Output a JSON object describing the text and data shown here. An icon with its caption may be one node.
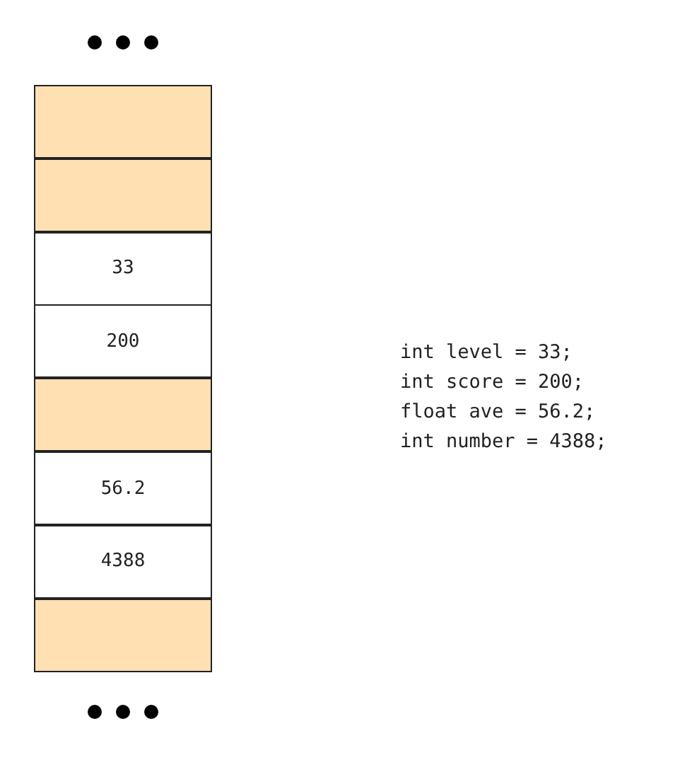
{
  "diagram": {
    "nodes": [
      {
        "text": [],
        "shape": "box"
      },
      {
        "text": [],
        "shape": "box"
      },
      {
        "text": [
          "33"
        ]
      },
      {
        "text": [
          "200"
        ]
      },
      {
        "text": [],
        "shape": "box"
      },
      {
        "text": [
          "56.2"
        ]
      },
      {
        "text": [
          "4388"
        ]
      },
      {
        "text": [],
        "shape": "box"
      }
    ],
    "labels": [
      "int level = 33;",
      "int score = 200;",
      "float ave = 56.2;",
      "int number = 4388;"
    ]
  }
}
